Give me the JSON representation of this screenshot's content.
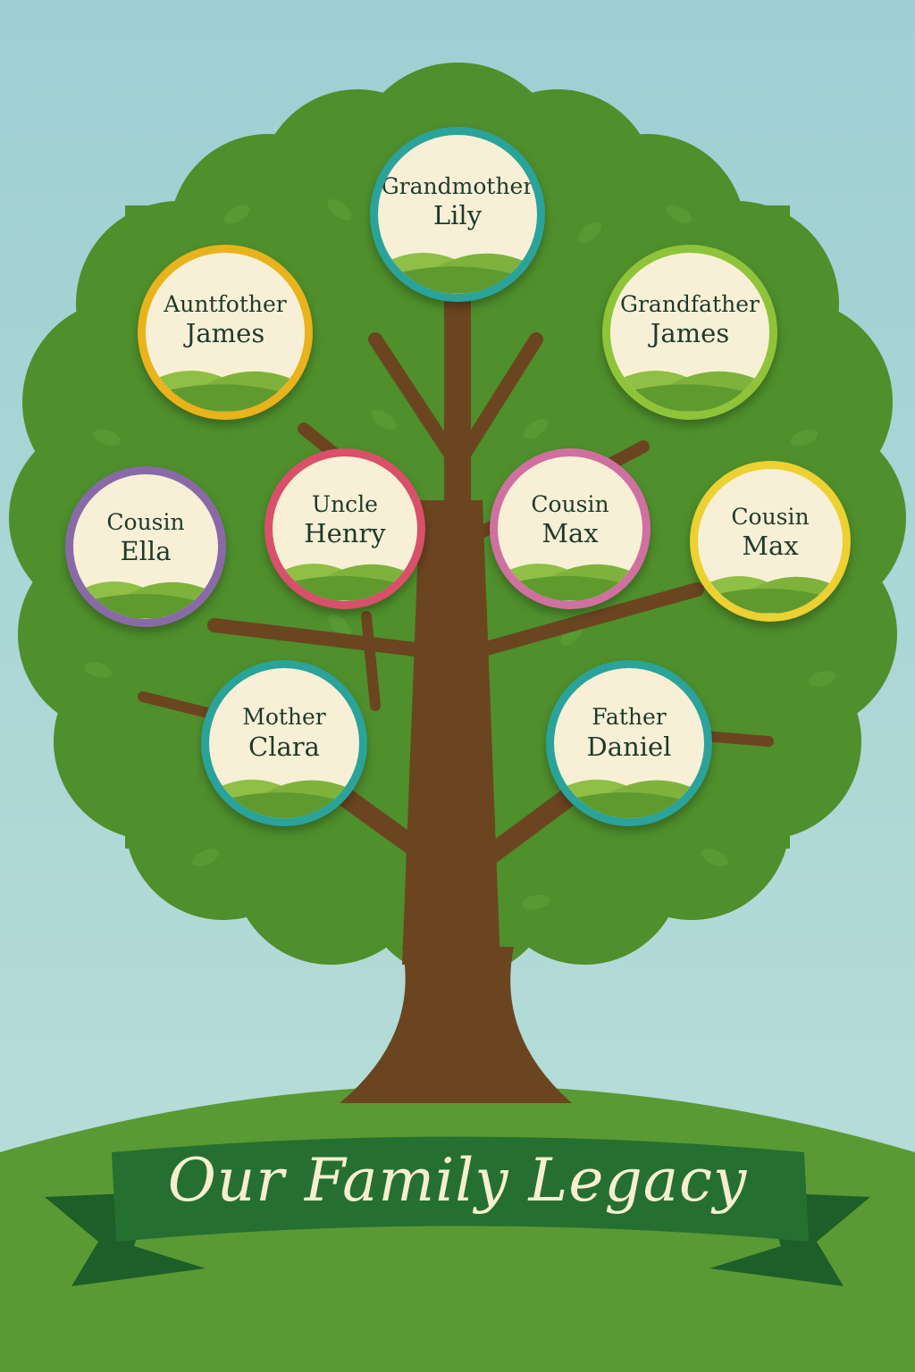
{
  "title": "Our Family Legacy",
  "colors": {
    "sky": "#a5d3d7",
    "foliage": "#4f8f2c",
    "trunk": "#6b4520",
    "ground": "#5a9a34",
    "banner": "#256f31",
    "banner_text": "#f6efcf",
    "node_fill": "#f7f0d6"
  },
  "members": [
    {
      "id": "grandmother-lily",
      "line1": "Grandmother",
      "line2": "Lily",
      "ring_color": "#2aa39a"
    },
    {
      "id": "auntfother-james",
      "line1": "Auntfother",
      "line2": "James",
      "ring_color": "#e9b31c"
    },
    {
      "id": "grandfather-james",
      "line1": "Grandfather",
      "line2": "James",
      "ring_color": "#8fc43a"
    },
    {
      "id": "cousin-ella",
      "line1": "Cousin",
      "line2": "Ella",
      "ring_color": "#8a6aa6"
    },
    {
      "id": "uncle-henry",
      "line1": "Uncle",
      "line2": "Henry",
      "ring_color": "#d8506a"
    },
    {
      "id": "cousin-max-1",
      "line1": "Cousin",
      "line2": "Max",
      "ring_color": "#d070a0"
    },
    {
      "id": "cousin-max-2",
      "line1": "Cousin",
      "line2": "Max",
      "ring_color": "#ecd131"
    },
    {
      "id": "mother-clara",
      "line1": "Mother",
      "line2": "Clara",
      "ring_color": "#2aa39a"
    },
    {
      "id": "father-daniel",
      "line1": "Father",
      "line2": "Daniel",
      "ring_color": "#2aa39a"
    }
  ]
}
